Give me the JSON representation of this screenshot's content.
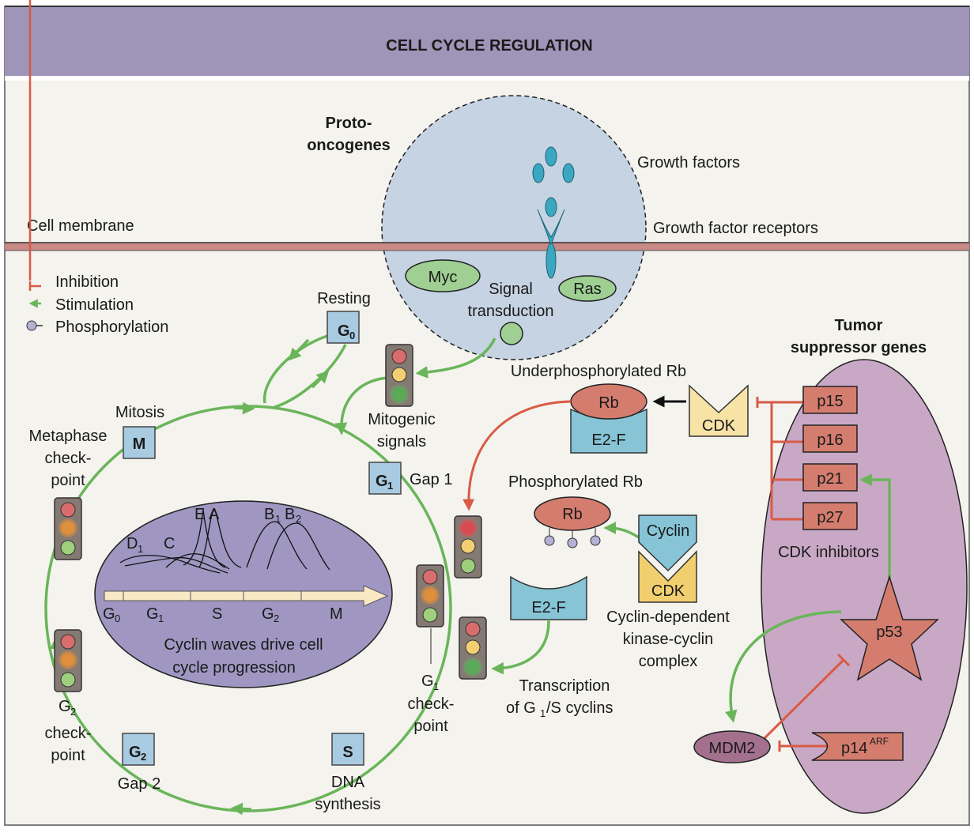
{
  "title": "CELL CYCLE REGULATION",
  "colors": {
    "header": "#9f95b8",
    "background": "#f4f3ee",
    "membrane": "#c98a86",
    "stimulation": "#6ab55a",
    "inhibition": "#d95a45",
    "phosphorylation": "#b4b1d4",
    "phase_box": "#a9cbe1",
    "cyclin_ellipse": "#9f97c2",
    "tumor_ellipse": "#c9a8c6",
    "rb": "#d47d6f",
    "e2f": "#86c4d6",
    "cdk_light": "#f8e3a6",
    "cdk": "#f1cf6e",
    "mdm2": "#a3708e"
  },
  "legend": [
    {
      "icon": "inhibition-bar",
      "label": "Inhibition"
    },
    {
      "icon": "stimulation-arrow",
      "label": "Stimulation"
    },
    {
      "icon": "phosphorylation-circle",
      "label": "Phosphorylation"
    }
  ],
  "top": {
    "cell_membrane": "Cell membrane",
    "proto_oncogenes_1": "Proto-",
    "proto_oncogenes_2": "oncogenes",
    "growth_factors": "Growth factors",
    "growth_factor_receptors": "Growth factor receptors",
    "myc": "Myc",
    "ras": "Ras",
    "signal_1": "Signal",
    "signal_2": "transduction"
  },
  "cycle": {
    "resting": "Resting",
    "g0": {
      "main": "G",
      "sub": "0"
    },
    "m": "M",
    "mitosis": "Mitosis",
    "metaphase_1": "Metaphase",
    "metaphase_2": "check-",
    "metaphase_3": "point",
    "g1": {
      "main": "G",
      "sub": "1"
    },
    "gap1": "Gap 1",
    "mitogenic_1": "Mitogenic",
    "mitogenic_2": "signals",
    "g1_check_1": "G",
    "g1_check_1_sub": "1",
    "g1_check_2": "check-",
    "g1_check_3": "point",
    "s": "S",
    "dna_1": "DNA",
    "dna_2": "synthesis",
    "g2": {
      "main": "G",
      "sub": "2"
    },
    "gap2": "Gap 2",
    "g2_check_1": "G",
    "g2_check_1_sub": "2",
    "g2_check_2": "check-",
    "g2_check_3": "point"
  },
  "cyclin_waves": {
    "peak_labels": {
      "d1": "D",
      "d1_sub": "1",
      "c": "C",
      "e": "E",
      "a": "A",
      "b1": "B",
      "b1_sub": "1",
      "b2": "B",
      "b2_sub": "2"
    },
    "phases": [
      {
        "main": "G",
        "sub": "0"
      },
      {
        "main": "G",
        "sub": "1"
      },
      {
        "main": "S",
        "sub": ""
      },
      {
        "main": "G",
        "sub": "2"
      },
      {
        "main": "M",
        "sub": ""
      }
    ],
    "caption_1": "Cyclin waves drive cell",
    "caption_2": "cycle progression"
  },
  "rb": {
    "under_label": "Underphosphorylated Rb",
    "rb": "Rb",
    "e2f": "E2-F",
    "cdk": "CDK",
    "phos_label": "Phosphorylated Rb",
    "cyclin": "Cyclin",
    "complex_1": "Cyclin-dependent",
    "complex_2": "kinase-cyclin",
    "complex_3": "complex",
    "transcription_1": "Transcription",
    "transcription_2": "of G",
    "transcription_2_sub": "1",
    "transcription_2_end": "/S cyclins"
  },
  "tumor": {
    "title_1": "Tumor",
    "title_2": "suppressor genes",
    "inhibitors": [
      "p15",
      "p16",
      "p21",
      "p27"
    ],
    "inhibitors_label": "CDK inhibitors",
    "p53": "p53",
    "mdm2": "MDM2",
    "p14": "p14",
    "p14_sup": "ARF"
  }
}
